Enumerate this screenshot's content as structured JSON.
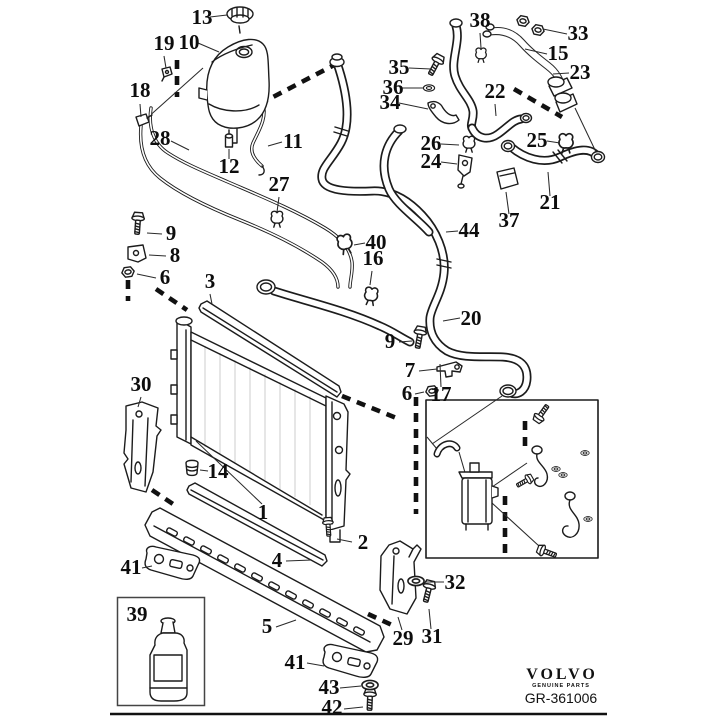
{
  "page": {
    "background": "#ffffff",
    "line_ink": "#1c1c1c"
  },
  "footer": {
    "brand": "VOLVO",
    "brand_sub": "GENUINE PARTS",
    "drawing_code": "GR-361006"
  },
  "callouts": {
    "n1": {
      "label": "1"
    },
    "n2": {
      "label": "2"
    },
    "n3": {
      "label": "3"
    },
    "n4": {
      "label": "4"
    },
    "n5": {
      "label": "5"
    },
    "n6": {
      "label": "6"
    },
    "n7": {
      "label": "7"
    },
    "n8": {
      "label": "8"
    },
    "n9": {
      "label": "9"
    },
    "n10": {
      "label": "10"
    },
    "n11": {
      "label": "11"
    },
    "n12": {
      "label": "12"
    },
    "n13": {
      "label": "13"
    },
    "n14": {
      "label": "14"
    },
    "n15": {
      "label": "15"
    },
    "n16": {
      "label": "16"
    },
    "n17": {
      "label": "17"
    },
    "n18": {
      "label": "18"
    },
    "n19": {
      "label": "19"
    },
    "n20": {
      "label": "20"
    },
    "n21": {
      "label": "21"
    },
    "n22": {
      "label": "22"
    },
    "n23": {
      "label": "23"
    },
    "n24": {
      "label": "24"
    },
    "n25": {
      "label": "25"
    },
    "n26": {
      "label": "26"
    },
    "n27": {
      "label": "27"
    },
    "n28": {
      "label": "28"
    },
    "n29": {
      "label": "29"
    },
    "n30": {
      "label": "30"
    },
    "n31": {
      "label": "31"
    },
    "n32": {
      "label": "32"
    },
    "n33": {
      "label": "33"
    },
    "n34": {
      "label": "34"
    },
    "n35": {
      "label": "35"
    },
    "n36": {
      "label": "36"
    },
    "n37": {
      "label": "37"
    },
    "n38": {
      "label": "38"
    },
    "n39": {
      "label": "39"
    },
    "n40": {
      "label": "40"
    },
    "n41": {
      "label": "41"
    },
    "n42": {
      "label": "42"
    },
    "n43": {
      "label": "43"
    },
    "n44": {
      "label": "44"
    }
  }
}
